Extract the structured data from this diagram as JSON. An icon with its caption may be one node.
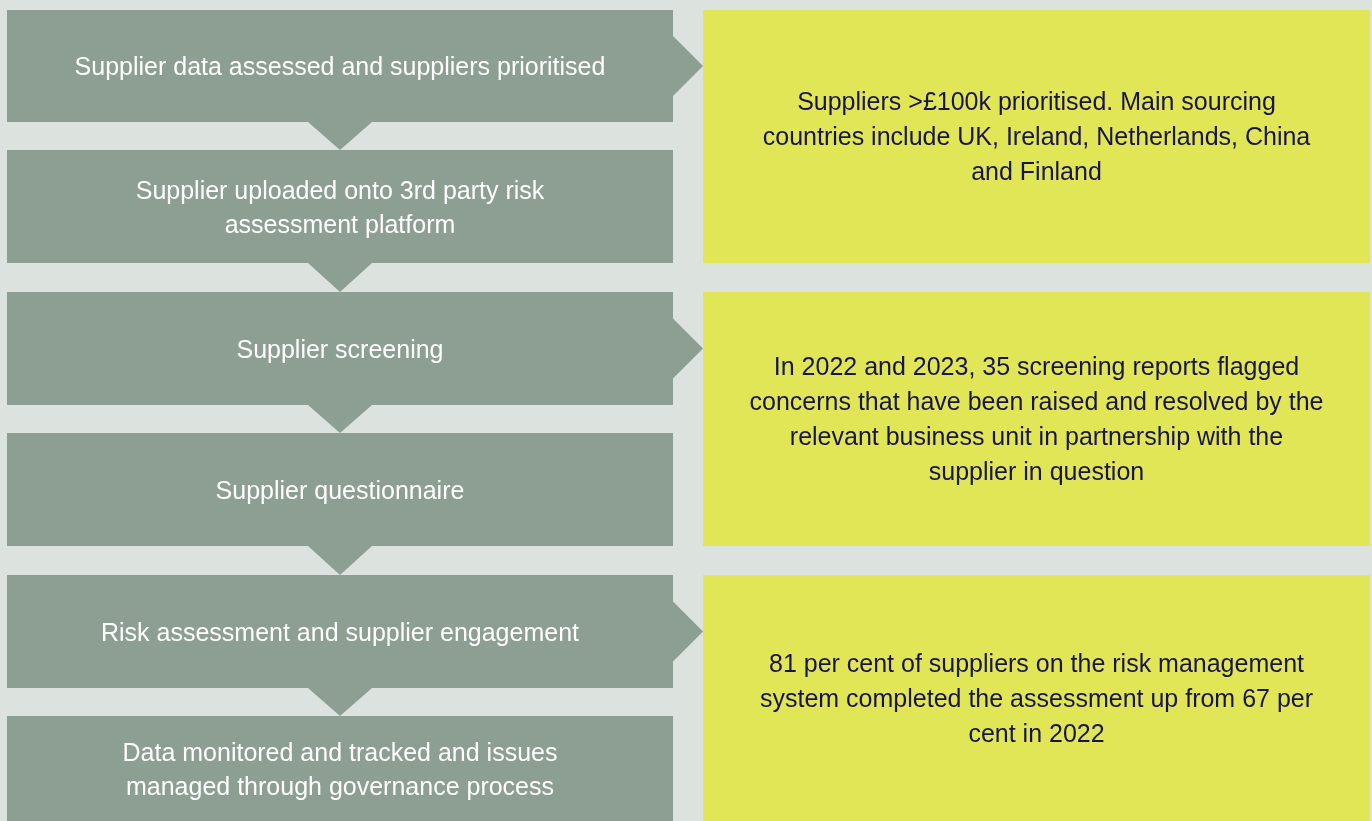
{
  "diagram": {
    "nodes": [
      {
        "text": [
          "Supplier data assessed and suppliers prioritised"
        ]
      },
      {
        "text": [
          "Supplier uploaded onto 3rd party risk assessment platform"
        ]
      },
      {
        "text": [
          "Supplier screening"
        ]
      },
      {
        "text": [
          "Supplier questionnaire"
        ]
      },
      {
        "text": [
          "Risk assessment and supplier engagement"
        ]
      },
      {
        "text": [
          "Data monitored and tracked and issues managed through governance process"
        ]
      },
      {
        "text": [
          "Suppliers >£100k prioritised. Main sourcing countries include UK, Ireland, Netherlands, China and Finland"
        ]
      },
      {
        "text": [
          "In 2022 and 2023, 35 screening reports flagged concerns that have been raised and resolved by the relevant business unit in partnership with the supplier in question"
        ]
      },
      {
        "text": [
          "81 per cent of suppliers on the risk management system completed the assessment up from 67 per cent in 2022"
        ]
      }
    ],
    "edges": [
      {
        "from": 0,
        "to": 1,
        "arrow": "to"
      },
      {
        "from": 1,
        "to": 2,
        "arrow": "to"
      },
      {
        "from": 2,
        "to": 3,
        "arrow": "to"
      },
      {
        "from": 3,
        "to": 4,
        "arrow": "to"
      },
      {
        "from": 4,
        "to": 5,
        "arrow": "to"
      },
      {
        "from": 0,
        "to": 6,
        "arrow": "to"
      },
      {
        "from": 2,
        "to": 7,
        "arrow": "to"
      },
      {
        "from": 4,
        "to": 8,
        "arrow": "to"
      }
    ]
  }
}
